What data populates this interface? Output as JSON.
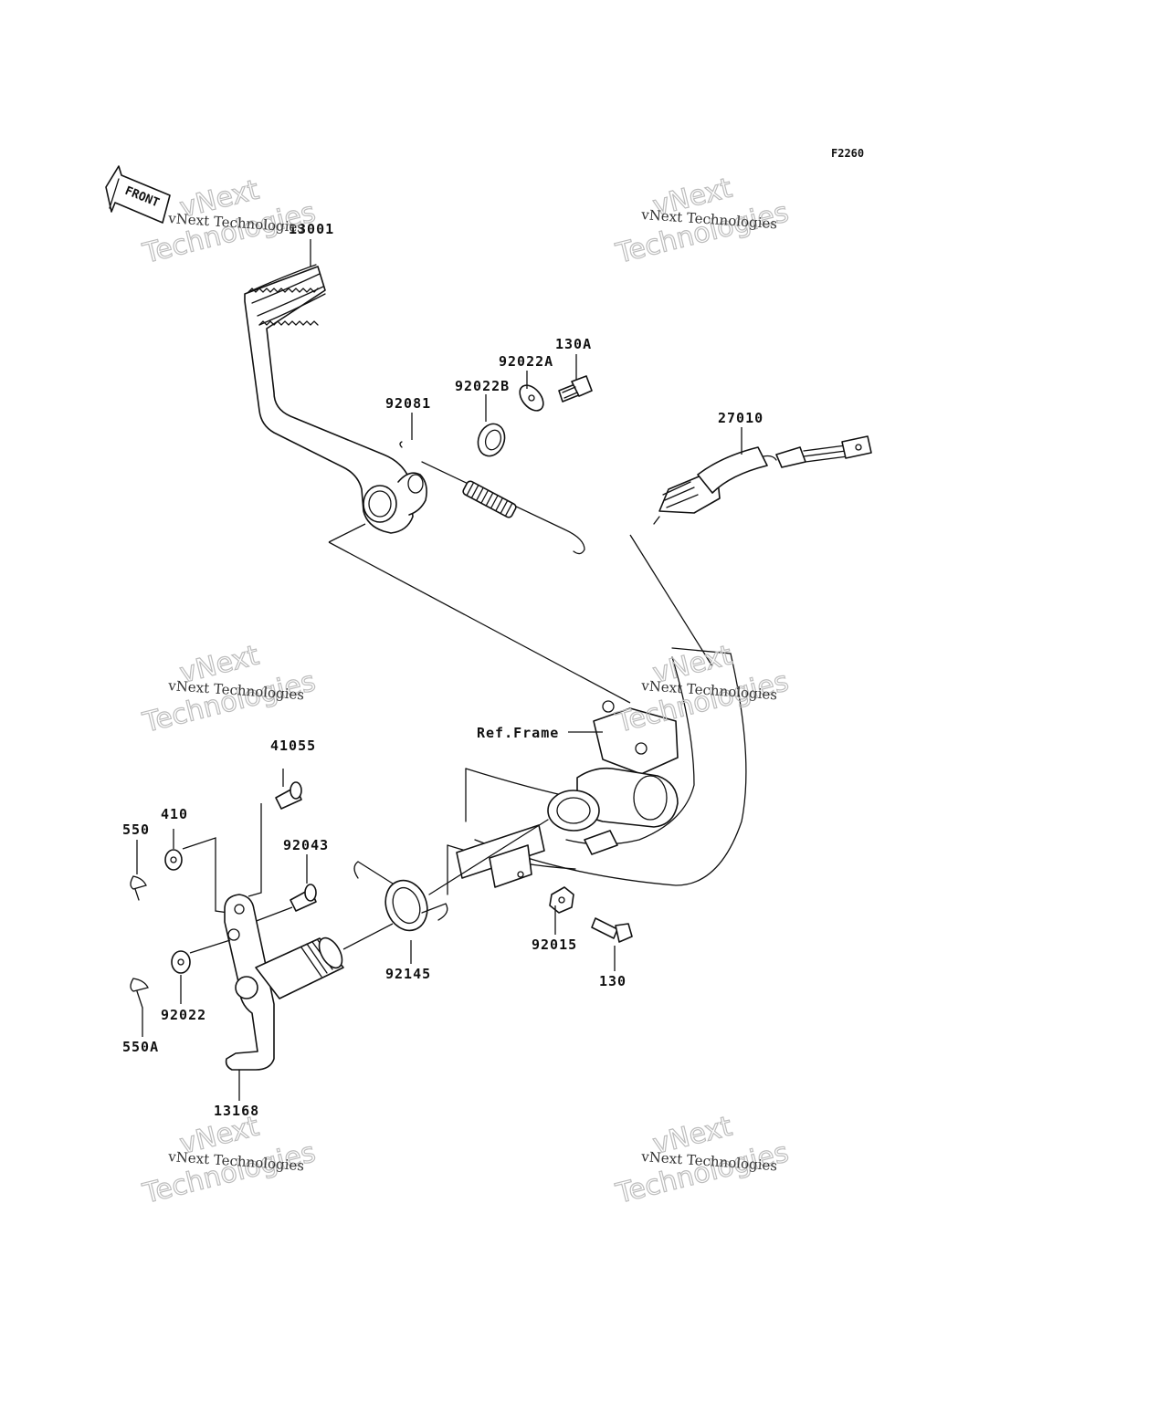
{
  "diagram_code": "F2260",
  "front_label": "FRONT",
  "watermark": {
    "small": "vNext Technologies",
    "big_top": "vNext",
    "big_bottom": "Technologies"
  },
  "labels": {
    "p13001": "13001",
    "p130A": "130A",
    "p92022A": "92022A",
    "p92022B": "92022B",
    "p92081": "92081",
    "p27010": "27010",
    "ref_frame": "Ref.Frame",
    "p41055": "41055",
    "p410": "410",
    "p550": "550",
    "p92043": "92043",
    "p92015": "92015",
    "p130": "130",
    "p92145": "92145",
    "p92022": "92022",
    "p550A": "550A",
    "p13168": "13168"
  }
}
